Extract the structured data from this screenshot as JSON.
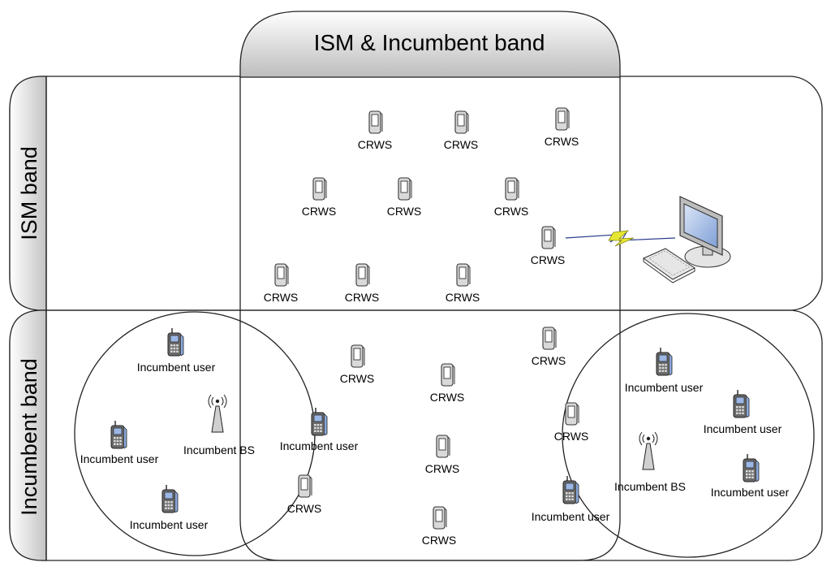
{
  "labels": {
    "top_band": "ISM & Incumbent band",
    "ism_band": "ISM band",
    "incumbent_band": "Incumbent band"
  },
  "node_labels": {
    "crws": "CRWS",
    "incumbent_user": "Incumbent user",
    "incumbent_bs": "Incumbent BS"
  },
  "colors": {
    "header_gradient_top": "#ffffff",
    "header_gradient_bottom": "#bdbdbd",
    "outline": "#222222",
    "wireless_link": "#e6e633",
    "phone_body": "#5a5a5a",
    "user_phone_screen": "#9cb7e6",
    "monitor_screen": "#8fb0e0"
  },
  "icons": {
    "crws": "mobile-device-icon",
    "incumbent_user": "cell-phone-icon",
    "incumbent_bs": "antenna-tower-icon",
    "server": "desktop-computer-icon",
    "link": "wireless-link-icon"
  }
}
